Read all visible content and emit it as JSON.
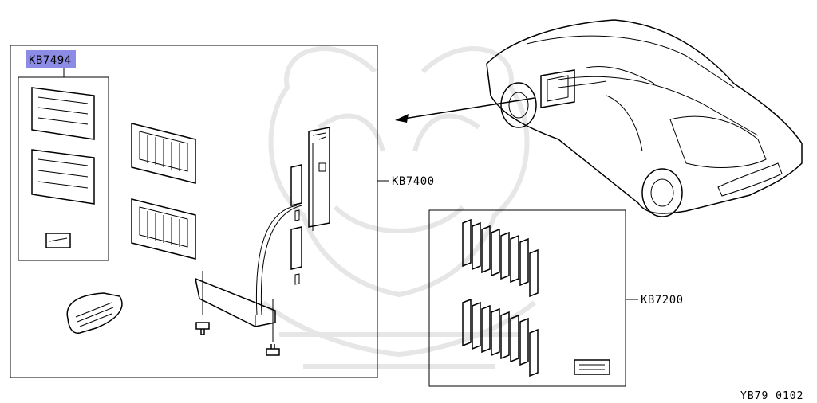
{
  "colors": {
    "highlight": "#8c8ce6",
    "line": "#000000",
    "background": "#ffffff",
    "watermark": "#e4e4e4"
  },
  "callouts": {
    "kb7494": "KB7494",
    "kb7400": "KB7400",
    "kb7200": "KB7200"
  },
  "drawing_code": "YB79 0102",
  "icons": [
    "vehicle-illustration",
    "watermark-logo",
    "bolt-icon",
    "filter-pad-icon",
    "label-plate-icon"
  ]
}
